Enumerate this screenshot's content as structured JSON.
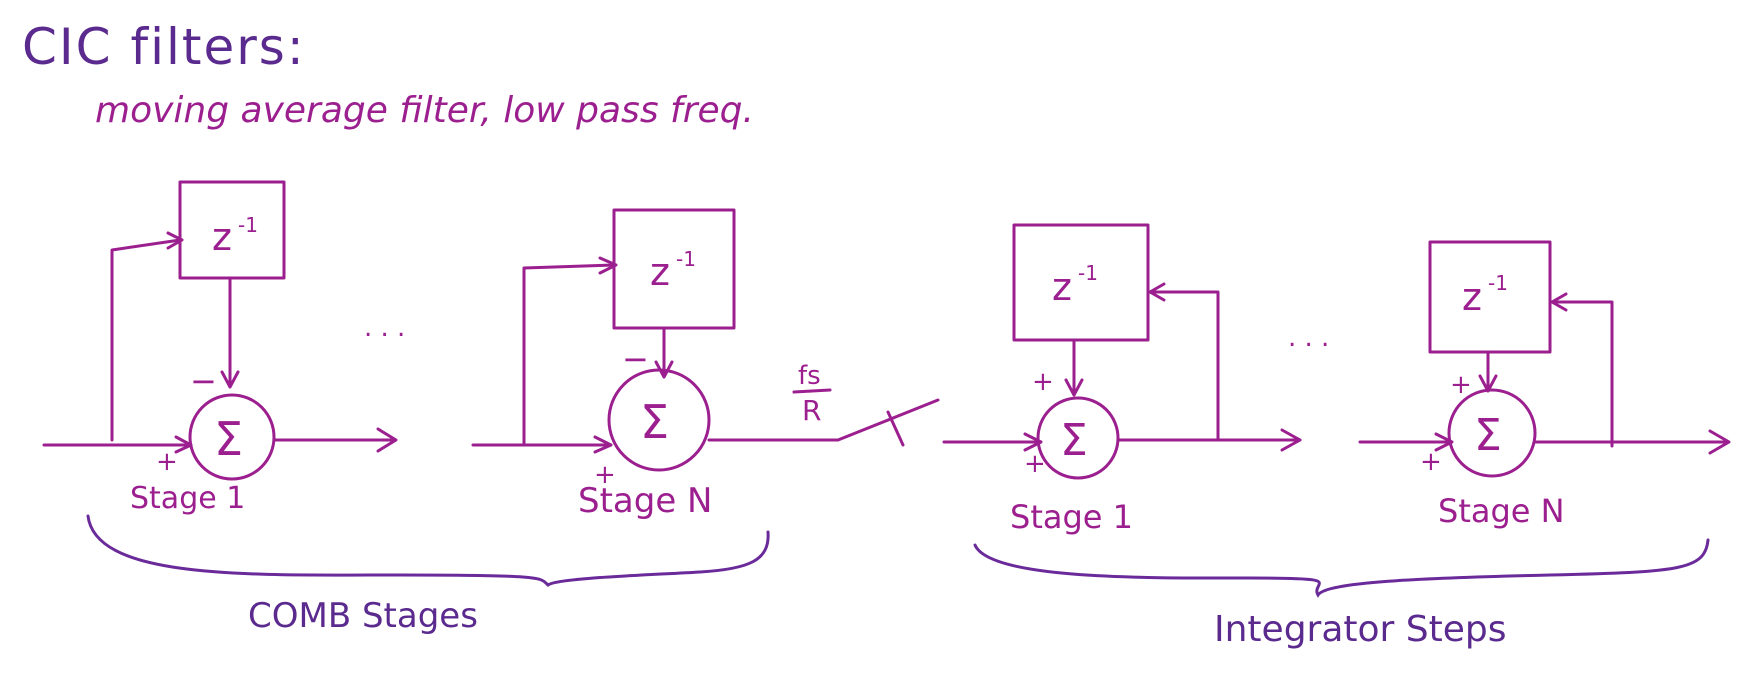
{
  "title": "CIC filters:",
  "subtitle": "moving average filter, low pass freq.",
  "delay_label_base": "z",
  "delay_label_exp": "-1",
  "sum_symbol": "Σ",
  "ellipsis": ". . .",
  "plus_sign": "+",
  "minus_sign": "−",
  "downsample": {
    "numerator": "fs",
    "denominator": "R"
  },
  "comb": {
    "stage_first": "Stage 1",
    "stage_last": "Stage N",
    "group_label": "COMB Stages"
  },
  "integrator": {
    "stage_first": "Stage 1",
    "stage_last": "Stage N",
    "group_label": "Integrator Steps"
  },
  "colors": {
    "title_ink": "#5b2a8e",
    "diagram_ink": "#9c1f8f",
    "brace_ink": "#6a2a9a"
  }
}
